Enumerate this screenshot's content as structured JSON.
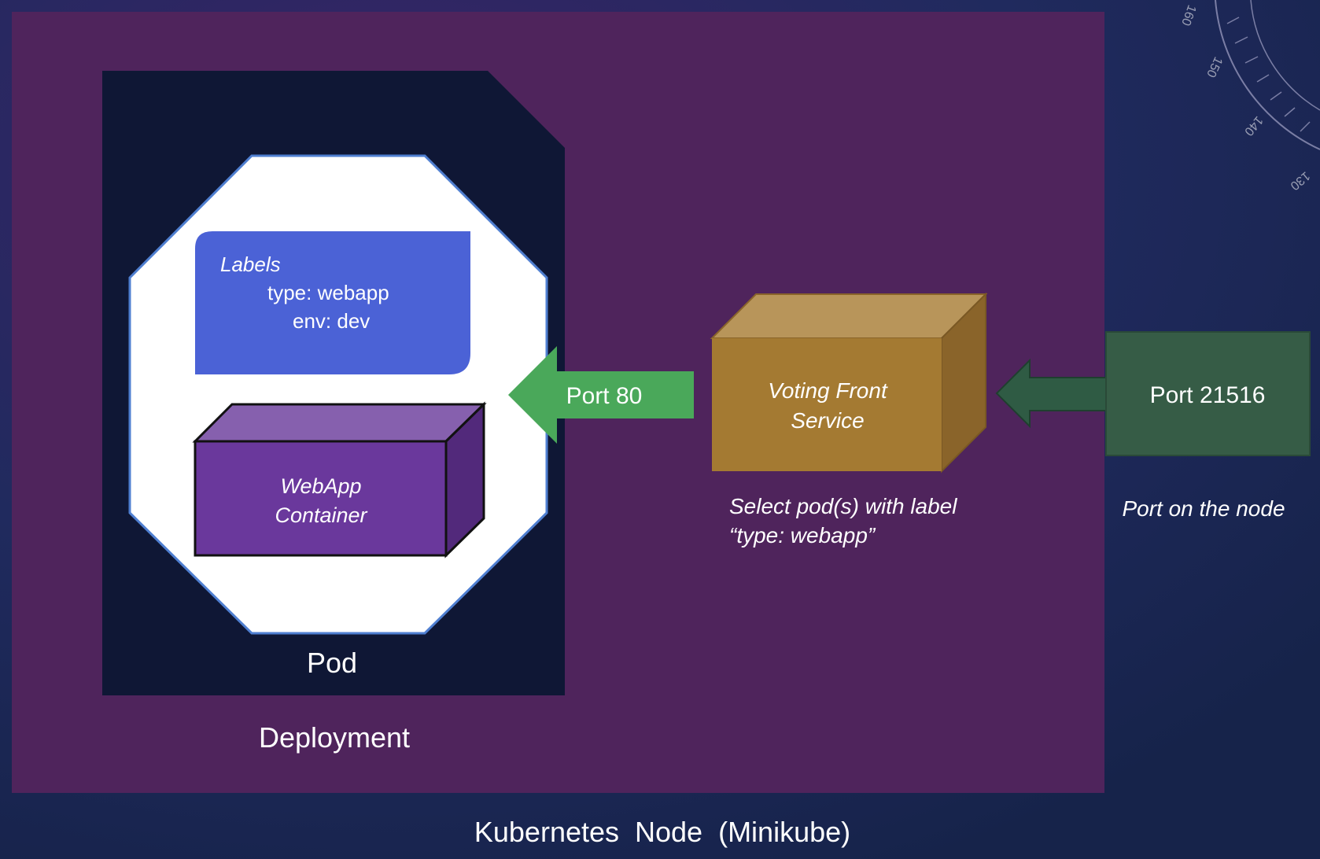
{
  "node": {
    "title": "Kubernetes  Node  (Minikube)",
    "node_port_label": "Port 21516",
    "node_port_caption": "Port on the node"
  },
  "deployment": {
    "label": "Deployment"
  },
  "pod": {
    "label": "Pod",
    "labels_box": {
      "heading": "Labels",
      "type_line": "type: webapp",
      "env_line": "env: dev"
    },
    "container": {
      "line1": "WebApp",
      "line2": "Container"
    }
  },
  "service": {
    "line1": "Voting Front",
    "line2": "Service",
    "caption_line1": "Select pod(s) with label",
    "caption_line2": "“type: webapp”"
  },
  "pod_port": {
    "label": "Port 80"
  },
  "background_dial": {
    "ticks": [
      "130",
      "140",
      "150",
      "160"
    ]
  },
  "colors": {
    "background": "#1b1f4a",
    "node_fill": "#4f245c",
    "deployment_fill": "#0f1735",
    "pod_fill": "#ffffff",
    "pod_border": "#4f7fd1",
    "labels_fill": "#4b62d6",
    "container_front": "#6a389c",
    "container_top": "#8660ae",
    "container_side": "#52297b",
    "service_front": "#a47a32",
    "service_top": "#b8955a",
    "service_side": "#8a642a",
    "port80_arrow": "#4aa85a",
    "nodeport_box": "#365c46",
    "nodeport_arrow": "#2f5b44"
  }
}
